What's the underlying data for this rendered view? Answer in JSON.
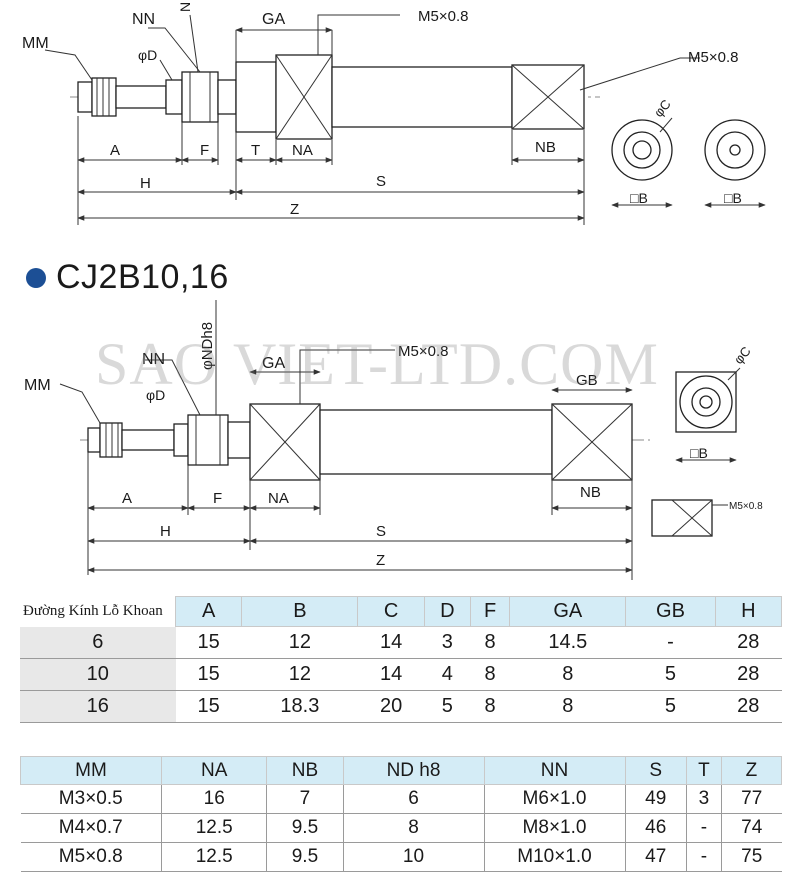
{
  "top_drawing": {
    "labels": {
      "nn": "NN",
      "nd": "N",
      "ga": "GA",
      "port": "M5×0.8",
      "port_right": "M5×0.8",
      "mm": "MM",
      "phi_d": "φD",
      "a": "A",
      "f": "F",
      "t": "T",
      "na": "NA",
      "nb": "NB",
      "h": "H",
      "s": "S",
      "z": "Z",
      "phi_c": "φC",
      "b1": "□B",
      "b2": "□B"
    }
  },
  "series": {
    "title": "CJ2B10,16"
  },
  "bottom_drawing": {
    "watermark": "SAO VIET-LTD.COM",
    "labels": {
      "nd": "φNDh8",
      "nn": "NN",
      "ga": "GA",
      "port": "M5×0.8",
      "mm": "MM",
      "phi_d": "φD",
      "gb": "GB",
      "phi_c": "φC",
      "b": "□B",
      "a": "A",
      "f": "F",
      "na": "NA",
      "nb": "NB",
      "port_small": "M5×0.8",
      "h": "H",
      "s": "S",
      "z": "Z"
    }
  },
  "table1": {
    "corner": "Đường Kính Lỗ Khoan",
    "headers": [
      "A",
      "B",
      "C",
      "D",
      "F",
      "GA",
      "GB",
      "H"
    ],
    "rows": [
      {
        "bore": "6",
        "cells": [
          "15",
          "12",
          "14",
          "3",
          "8",
          "14.5",
          "-",
          "28"
        ]
      },
      {
        "bore": "10",
        "cells": [
          "15",
          "12",
          "14",
          "4",
          "8",
          "8",
          "5",
          "28"
        ]
      },
      {
        "bore": "16",
        "cells": [
          "15",
          "18.3",
          "20",
          "5",
          "8",
          "8",
          "5",
          "28"
        ]
      }
    ]
  },
  "table2": {
    "headers": [
      "MM",
      "NA",
      "NB",
      "ND h8",
      "NN",
      "S",
      "T",
      "Z"
    ],
    "rows": [
      [
        "M3×0.5",
        "16",
        "7",
        "6",
        "M6×1.0",
        "49",
        "3",
        "77"
      ],
      [
        "M4×0.7",
        "12.5",
        "9.5",
        "8",
        "M8×1.0",
        "46",
        "-",
        "74"
      ],
      [
        "M5×0.8",
        "12.5",
        "9.5",
        "10",
        "M10×1.0",
        "47",
        "-",
        "75"
      ]
    ]
  }
}
